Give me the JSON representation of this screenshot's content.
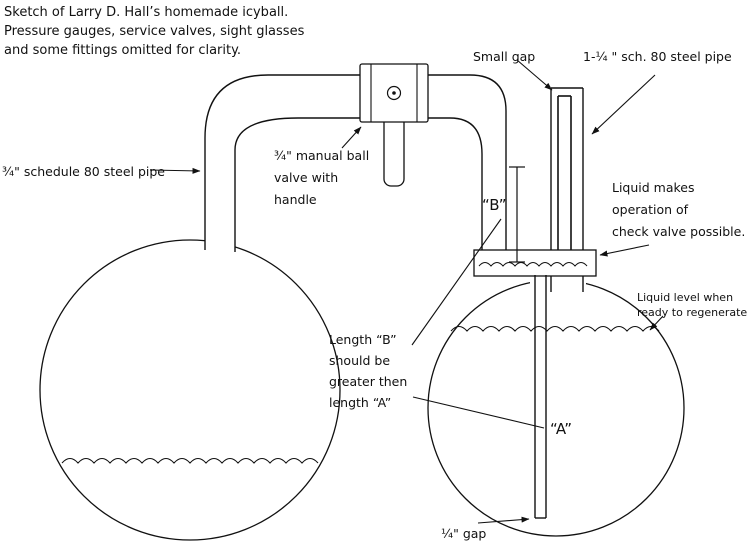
{
  "title": "Sketch of Larry D. Hall’s homemade icyball.\nPressure gauges, service valves, sight glasses\nand some fittings omitted for clarity.",
  "labels": {
    "pipe34": "¾\" schedule 80 steel pipe",
    "valve": "¾\" manual ball\nvalve with\nhandle",
    "small_gap": "Small gap",
    "pipe114": "1-¼ \" sch. 80 steel pipe",
    "liquid_check": "Liquid makes\noperation of\ncheck valve possible.",
    "liquid_level": "Liquid level when\nready to regenerate",
    "length_note": "Length “B”\nshould be\ngreater then\nlength “A”",
    "dim_b": "“B”",
    "dim_a": "“A”",
    "quarter_gap": "¼\" gap"
  },
  "colors": {
    "ink": "#111111",
    "background": "#ffffff"
  }
}
